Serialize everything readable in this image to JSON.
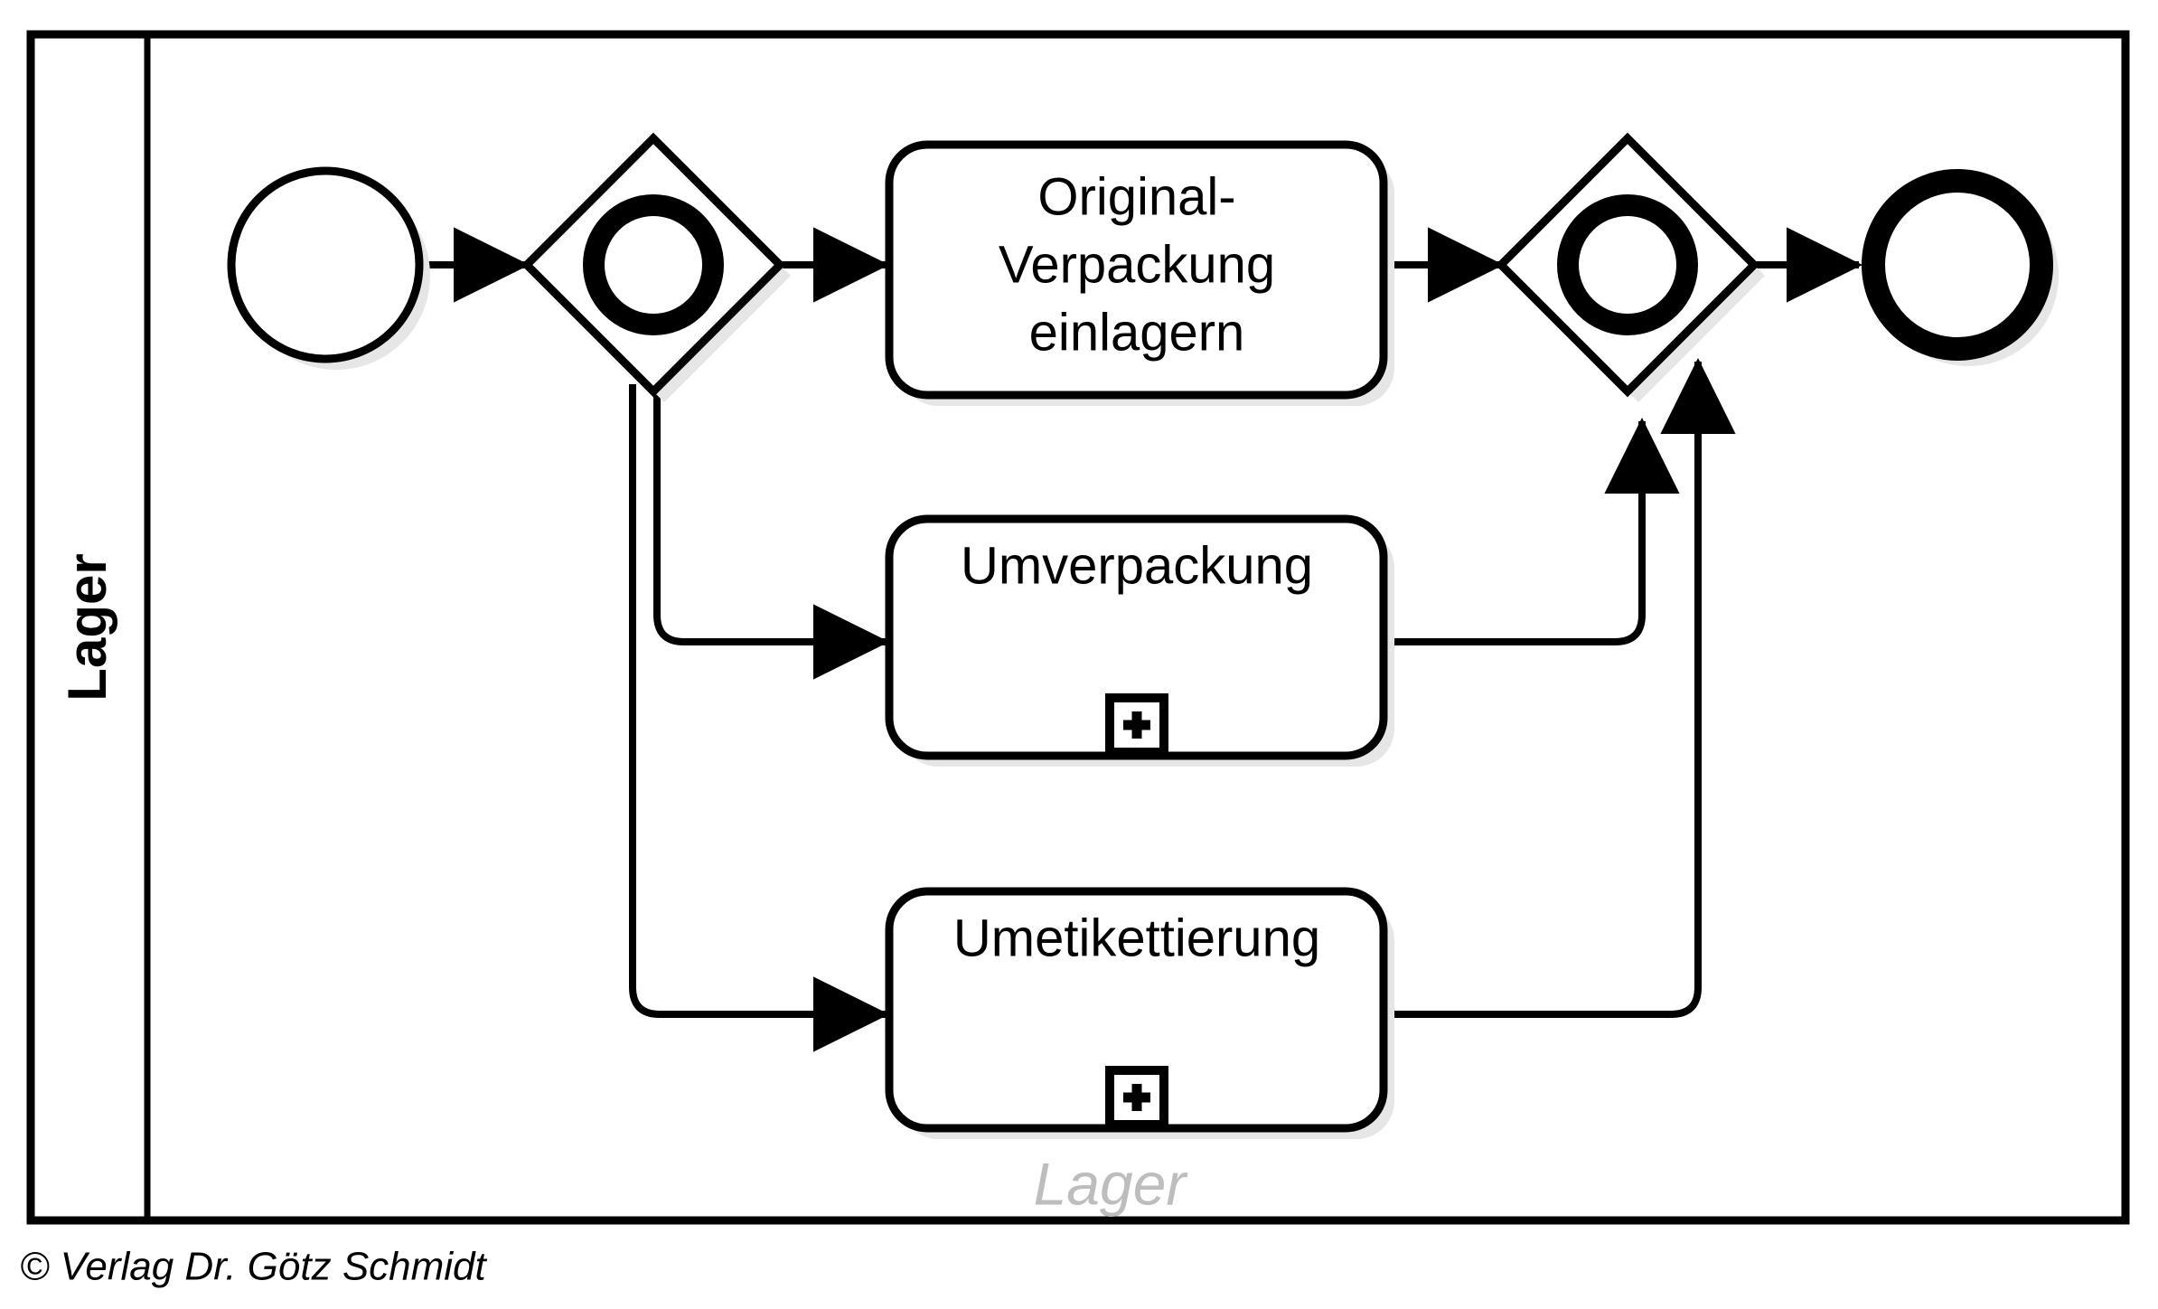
{
  "diagram": {
    "type": "bpmn-process",
    "notation": "BPMN 2.0",
    "pool": {
      "lane_label": "Lager",
      "watermark_label": "Lager"
    },
    "copyright": "© Verlag Dr. Götz Schmidt",
    "colors": {
      "stroke": "#000000",
      "fill": "#ffffff",
      "shadow": "#e6e6e6",
      "watermark": "#bdbdbd"
    },
    "nodes": [
      {
        "id": "start",
        "name": "start-event",
        "shape": "circle-thin",
        "label": ""
      },
      {
        "id": "gw-split",
        "name": "inclusive-gateway-split",
        "shape": "diamond-with-circle",
        "label": ""
      },
      {
        "id": "task-original",
        "name": "task-original-verpackung-einlagern",
        "shape": "rounded-rect",
        "label_line_1": "Original-",
        "label_line_2": "Verpackung",
        "label_line_3": "einlagern",
        "marker": ""
      },
      {
        "id": "task-umverpackung",
        "name": "task-umverpackung",
        "shape": "rounded-rect",
        "label_line_1": "Umverpackung",
        "marker": "+"
      },
      {
        "id": "task-umetikettierung",
        "name": "task-umetikettierung",
        "shape": "rounded-rect",
        "label_line_1": "Umetikettierung",
        "marker": "+"
      },
      {
        "id": "gw-join",
        "name": "inclusive-gateway-join",
        "shape": "diamond-with-circle",
        "label": ""
      },
      {
        "id": "end",
        "name": "end-event",
        "shape": "circle-thick",
        "label": ""
      }
    ],
    "flows": [
      {
        "from": "start",
        "to": "gw-split",
        "label": ""
      },
      {
        "from": "gw-split",
        "to": "task-original",
        "label": ""
      },
      {
        "from": "gw-split",
        "to": "task-umverpackung",
        "label": ""
      },
      {
        "from": "gw-split",
        "to": "task-umetikettierung",
        "label": ""
      },
      {
        "from": "task-original",
        "to": "gw-join",
        "label": ""
      },
      {
        "from": "task-umverpackung",
        "to": "gw-join",
        "label": ""
      },
      {
        "from": "task-umetikettierung",
        "to": "gw-join",
        "label": ""
      },
      {
        "from": "gw-join",
        "to": "end",
        "label": ""
      }
    ]
  }
}
